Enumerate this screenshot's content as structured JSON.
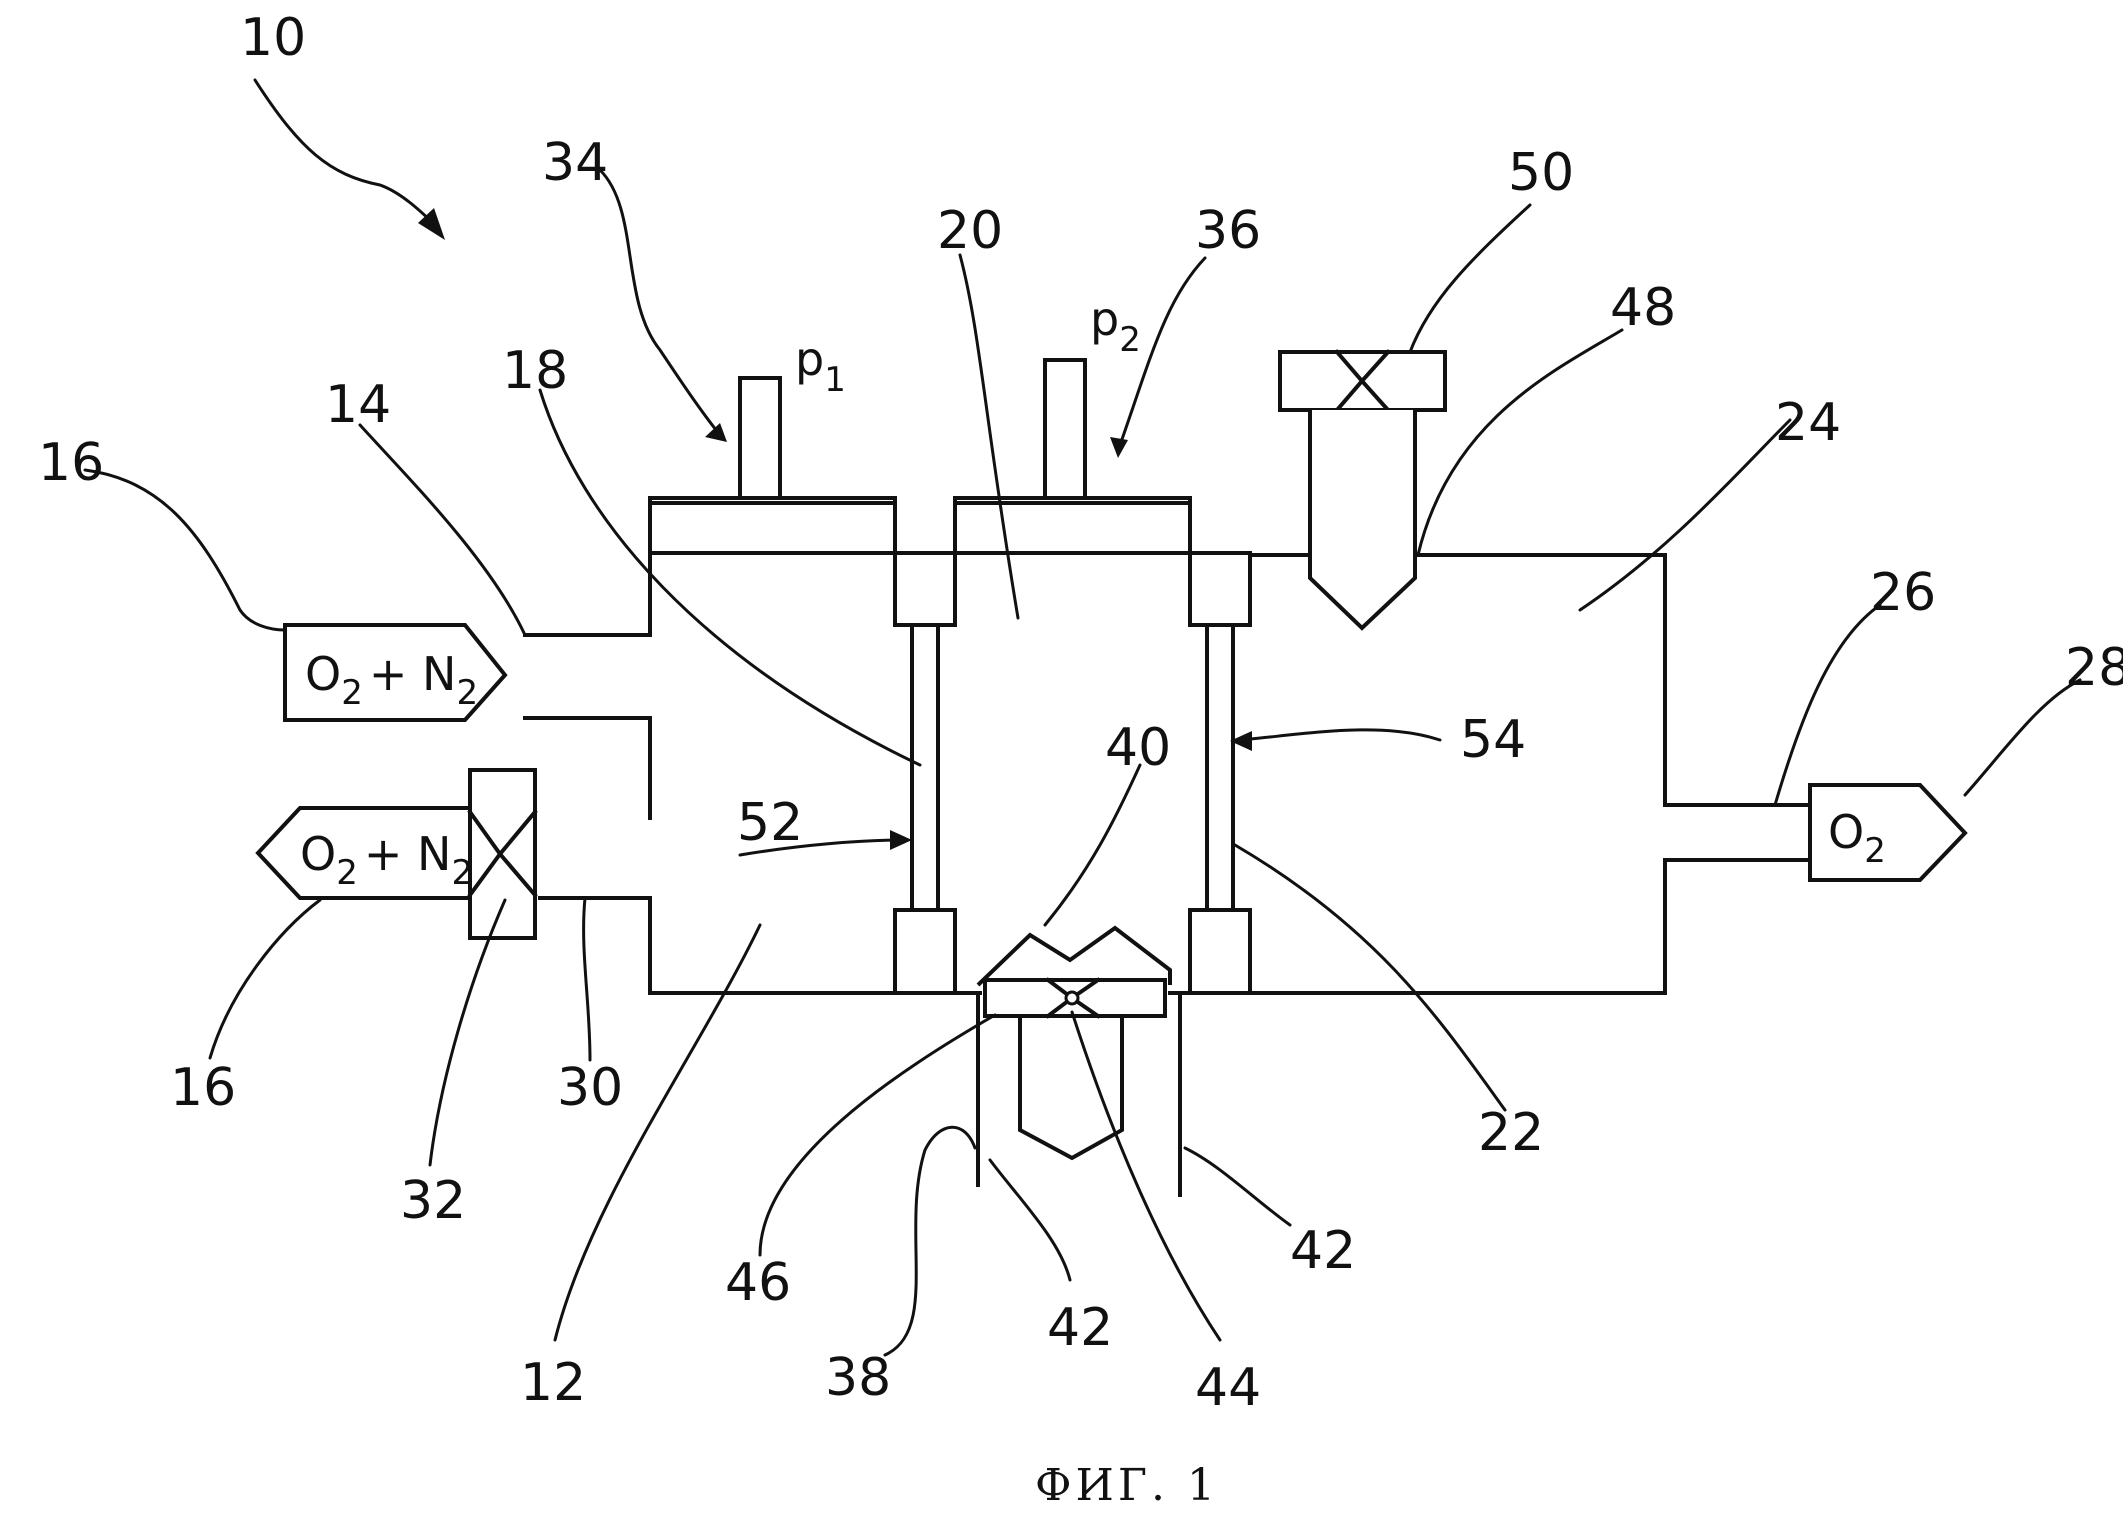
{
  "labels": {
    "ref_10": "10",
    "ref_12": "12",
    "ref_14": "14",
    "ref_16_top": "16",
    "ref_16_bottom": "16",
    "ref_18": "18",
    "ref_20": "20",
    "ref_22": "22",
    "ref_24": "24",
    "ref_26": "26",
    "ref_28": "28",
    "ref_30": "30",
    "ref_32": "32",
    "ref_34": "34",
    "ref_36": "36",
    "ref_38": "38",
    "ref_40": "40",
    "ref_42_left": "42",
    "ref_42_right": "42",
    "ref_44": "44",
    "ref_46": "46",
    "ref_48": "48",
    "ref_50": "50",
    "ref_52": "52",
    "ref_54": "54"
  },
  "pressure_labels": {
    "p1_main": "p",
    "p1_sub": "1",
    "p2_main": "p",
    "p2_sub": "2"
  },
  "inlet_tag": {
    "o": "O",
    "o_sub": "2",
    "plus": "+ N",
    "n_sub": "2"
  },
  "exhaust_tag": {
    "o": "O",
    "o_sub": "2",
    "plus": "+ N",
    "n_sub": "2"
  },
  "outlet_tag": {
    "o": "O",
    "o_sub": "2"
  },
  "caption": "ФИГ. 1"
}
